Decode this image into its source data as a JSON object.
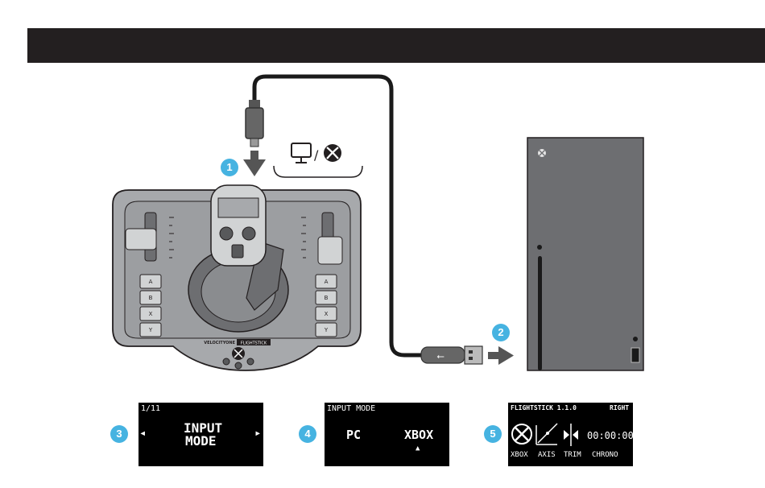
{
  "steps": [
    "1",
    "2",
    "3",
    "4",
    "5"
  ],
  "device": {
    "brand_a": "VELOCITYONE",
    "brand_b": "FLIGHTSTICK",
    "buttons_left": [
      "A",
      "B",
      "X",
      "Y"
    ],
    "buttons_right": [
      "A",
      "B",
      "X",
      "Y"
    ]
  },
  "platform_icons": [
    "monitor-icon",
    "xbox-logo-icon"
  ],
  "platform_sep": "/",
  "cable_icon": "usb-icon",
  "screens": {
    "s3": {
      "counter": "1/11",
      "line1": "INPUT",
      "line2": "MODE",
      "left_arrow": "◂",
      "right_arrow": "▸"
    },
    "s4": {
      "title": "INPUT MODE",
      "option_pc": "PC",
      "option_xbox": "XBOX",
      "marker": "▲"
    },
    "s5": {
      "title": "FLIGHTSTICK 1.1.0",
      "hand": "RIGHT",
      "timer": "00:00:00",
      "labels": [
        "XBOX",
        "AXIS",
        "TRIM",
        "CHRONO"
      ]
    }
  },
  "colors": {
    "header": "#231f20",
    "accent": "#46b3e1",
    "console": "#6d6e71",
    "device": "#a7a9ac"
  }
}
